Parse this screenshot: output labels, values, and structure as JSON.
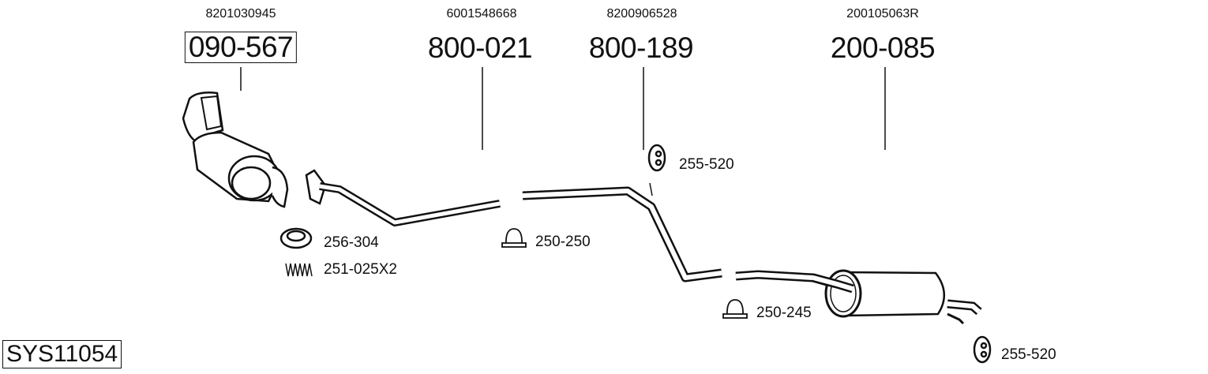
{
  "parts": [
    {
      "oe": "8201030945",
      "number": "090-567",
      "boxed": true
    },
    {
      "oe": "6001548668",
      "number": "800-021",
      "boxed": false
    },
    {
      "oe": "8200906528",
      "number": "800-189",
      "boxed": false
    },
    {
      "oe": "200105063R",
      "number": "200-085",
      "boxed": false
    }
  ],
  "accessories": {
    "hanger_1": "255-520",
    "gasket": "256-304",
    "spring": "251-025X2",
    "clamp_1": "250-250",
    "clamp_2": "250-245",
    "hanger_2": "255-520"
  },
  "system_id": "SYS11054"
}
